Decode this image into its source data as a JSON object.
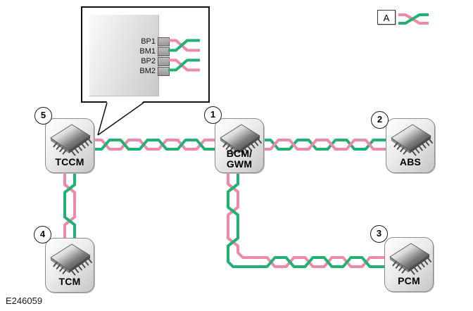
{
  "figure": {
    "code": "E246059"
  },
  "legend": {
    "label": "A"
  },
  "inset": {
    "pins": [
      "BP1",
      "BM1",
      "BP2",
      "BM2"
    ]
  },
  "modules": {
    "bcm": {
      "num": "1",
      "label_line1": "BCM/",
      "label_line2": "GWM"
    },
    "abs": {
      "num": "2",
      "label": "ABS"
    },
    "pcm": {
      "num": "3",
      "label": "PCM"
    },
    "tcm": {
      "num": "4",
      "label": "TCM"
    },
    "tccm": {
      "num": "5",
      "label": "TCCM"
    }
  },
  "colors": {
    "wire_pink": "#ef8aa6",
    "wire_green": "#21b173"
  }
}
